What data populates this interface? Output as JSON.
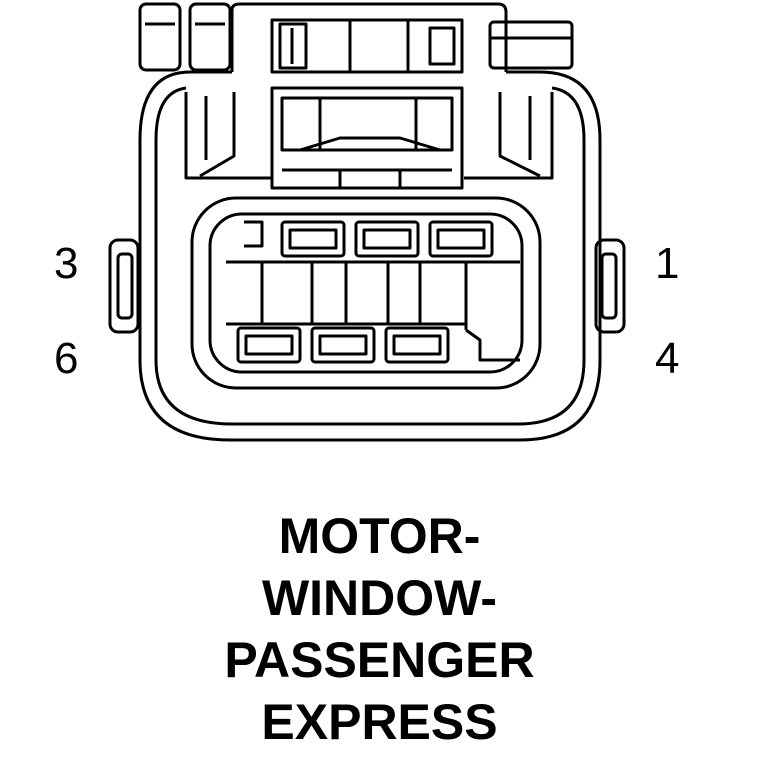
{
  "diagram": {
    "pin_labels": {
      "top_left": "3",
      "bottom_left": "6",
      "top_right": "1",
      "bottom_right": "4"
    },
    "caption_lines": [
      "MOTOR-",
      "WINDOW-",
      "PASSENGER",
      "EXPRESS"
    ]
  }
}
